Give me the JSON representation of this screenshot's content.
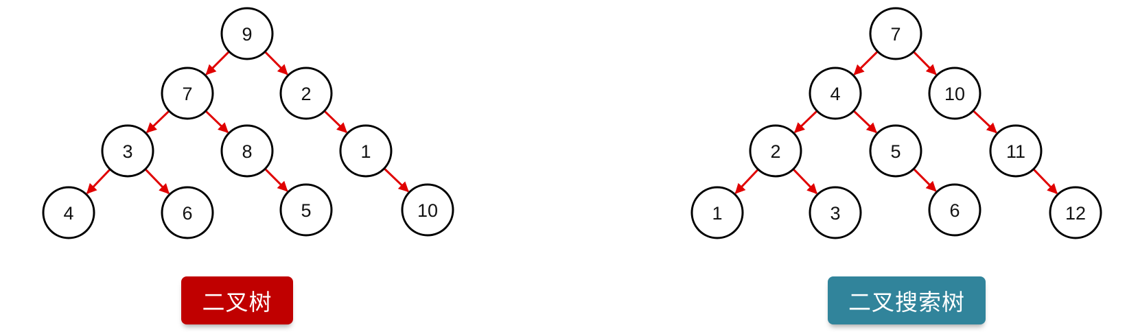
{
  "colors": {
    "edge": "#e00000",
    "node_stroke": "#000000",
    "node_fill": "#ffffff"
  },
  "trees": [
    {
      "id": "binary-tree",
      "label": "二叉树",
      "label_color": "#c00000",
      "nodes": [
        {
          "id": "a9",
          "value": "9"
        },
        {
          "id": "a7",
          "value": "7"
        },
        {
          "id": "a2",
          "value": "2"
        },
        {
          "id": "a3",
          "value": "3"
        },
        {
          "id": "a8",
          "value": "8"
        },
        {
          "id": "a1",
          "value": "1"
        },
        {
          "id": "a4",
          "value": "4"
        },
        {
          "id": "a6",
          "value": "6"
        },
        {
          "id": "a5",
          "value": "5"
        },
        {
          "id": "a10",
          "value": "10"
        }
      ],
      "edges": [
        [
          "a9",
          "a7"
        ],
        [
          "a9",
          "a2"
        ],
        [
          "a7",
          "a3"
        ],
        [
          "a7",
          "a8"
        ],
        [
          "a2",
          "a1"
        ],
        [
          "a3",
          "a4"
        ],
        [
          "a3",
          "a6"
        ],
        [
          "a8",
          "a5"
        ],
        [
          "a1",
          "a10"
        ]
      ]
    },
    {
      "id": "binary-search-tree",
      "label": "二叉搜索树",
      "label_color": "#31849b",
      "nodes": [
        {
          "id": "b7",
          "value": "7"
        },
        {
          "id": "b4",
          "value": "4"
        },
        {
          "id": "b10",
          "value": "10"
        },
        {
          "id": "b2",
          "value": "2"
        },
        {
          "id": "b5",
          "value": "5"
        },
        {
          "id": "b11",
          "value": "11"
        },
        {
          "id": "b1",
          "value": "1"
        },
        {
          "id": "b3",
          "value": "3"
        },
        {
          "id": "b6",
          "value": "6"
        },
        {
          "id": "b12",
          "value": "12"
        }
      ],
      "edges": [
        [
          "b7",
          "b4"
        ],
        [
          "b7",
          "b10"
        ],
        [
          "b4",
          "b2"
        ],
        [
          "b4",
          "b5"
        ],
        [
          "b10",
          "b11"
        ],
        [
          "b2",
          "b1"
        ],
        [
          "b2",
          "b3"
        ],
        [
          "b5",
          "b6"
        ],
        [
          "b11",
          "b12"
        ]
      ]
    }
  ]
}
